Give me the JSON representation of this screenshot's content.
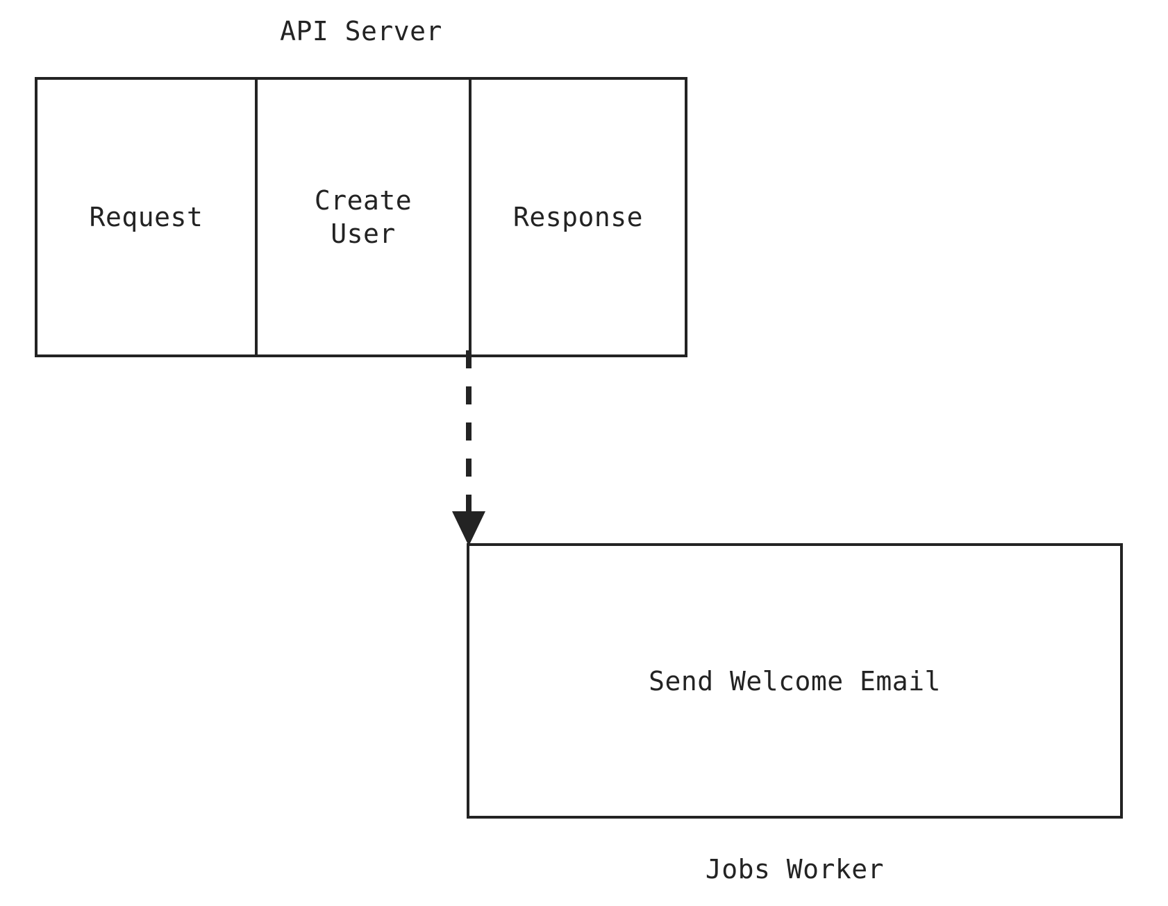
{
  "diagram": {
    "type": "swimlane-flow",
    "background_color": "#ffffff",
    "stroke_color": "#232323",
    "lanes": [
      {
        "id": "api-server",
        "title": "API Server",
        "title_position": "above",
        "cells": [
          {
            "id": "request",
            "label": "Request"
          },
          {
            "id": "create-user",
            "label": "Create\nUser"
          },
          {
            "id": "response",
            "label": "Response"
          }
        ]
      },
      {
        "id": "jobs-worker",
        "title": "Jobs Worker",
        "title_position": "below",
        "cells": [
          {
            "id": "send-welcome-email",
            "label": "Send Welcome Email"
          }
        ]
      }
    ],
    "connectors": [
      {
        "id": "enqueue-job",
        "from": "api-server.create-user",
        "to": "jobs-worker.send-welcome-email",
        "style": "dashed",
        "arrowhead": "filled-triangle",
        "label": ""
      }
    ]
  }
}
